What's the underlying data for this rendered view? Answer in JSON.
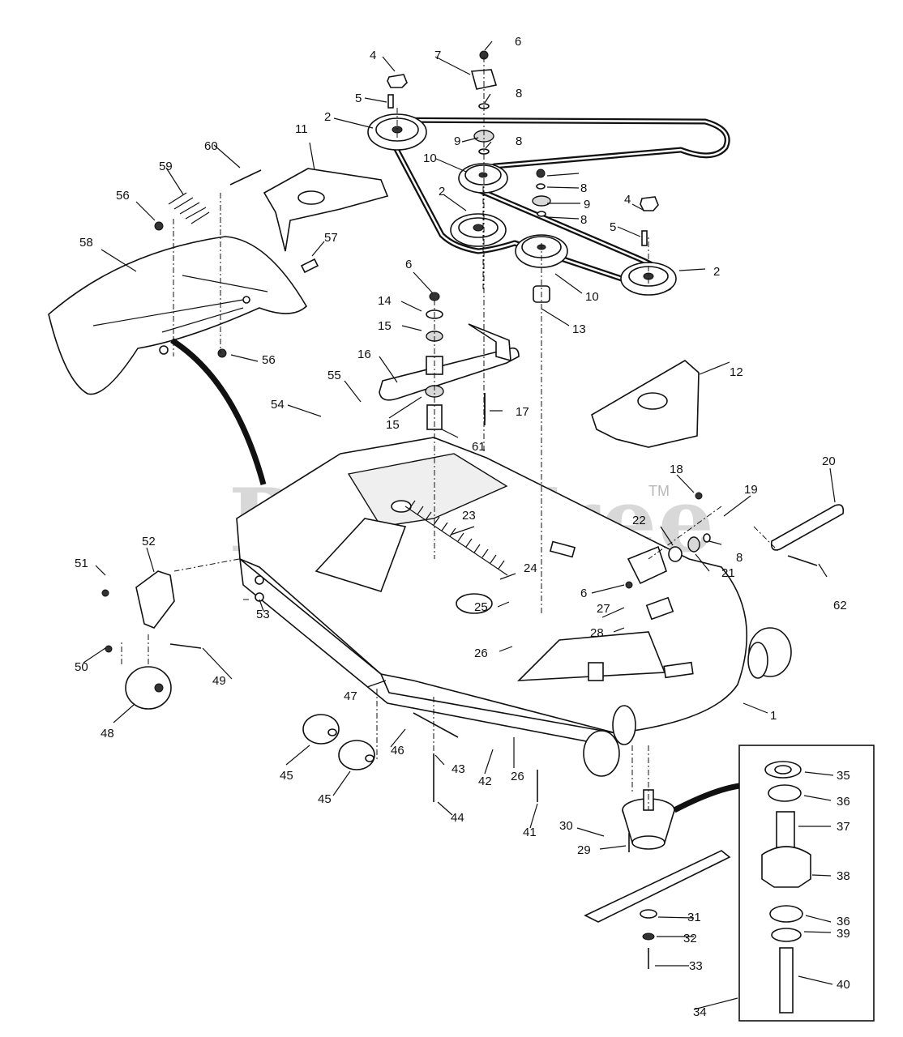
{
  "watermark": {
    "text": "PartsTree",
    "tm": "TM"
  },
  "callouts": [
    {
      "n": "1"
    },
    {
      "n": "2"
    },
    {
      "n": "2"
    },
    {
      "n": "2"
    },
    {
      "n": "4"
    },
    {
      "n": "4"
    },
    {
      "n": "5"
    },
    {
      "n": "5"
    },
    {
      "n": "6"
    },
    {
      "n": "6"
    },
    {
      "n": "6"
    },
    {
      "n": "7"
    },
    {
      "n": "8"
    },
    {
      "n": "8"
    },
    {
      "n": "8"
    },
    {
      "n": "8"
    },
    {
      "n": "8"
    },
    {
      "n": "9"
    },
    {
      "n": "9"
    },
    {
      "n": "10"
    },
    {
      "n": "10"
    },
    {
      "n": "11"
    },
    {
      "n": "12"
    },
    {
      "n": "13"
    },
    {
      "n": "14"
    },
    {
      "n": "15"
    },
    {
      "n": "15"
    },
    {
      "n": "16"
    },
    {
      "n": "17"
    },
    {
      "n": "18"
    },
    {
      "n": "19"
    },
    {
      "n": "20"
    },
    {
      "n": "21"
    },
    {
      "n": "22"
    },
    {
      "n": "23"
    },
    {
      "n": "24"
    },
    {
      "n": "25"
    },
    {
      "n": "26"
    },
    {
      "n": "26"
    },
    {
      "n": "27"
    },
    {
      "n": "28"
    },
    {
      "n": "29"
    },
    {
      "n": "30"
    },
    {
      "n": "31"
    },
    {
      "n": "32"
    },
    {
      "n": "33"
    },
    {
      "n": "34"
    },
    {
      "n": "35"
    },
    {
      "n": "36"
    },
    {
      "n": "36"
    },
    {
      "n": "37"
    },
    {
      "n": "38"
    },
    {
      "n": "39"
    },
    {
      "n": "40"
    },
    {
      "n": "41"
    },
    {
      "n": "42"
    },
    {
      "n": "43"
    },
    {
      "n": "44"
    },
    {
      "n": "45"
    },
    {
      "n": "45"
    },
    {
      "n": "46"
    },
    {
      "n": "47"
    },
    {
      "n": "48"
    },
    {
      "n": "49"
    },
    {
      "n": "50"
    },
    {
      "n": "51"
    },
    {
      "n": "52"
    },
    {
      "n": "53"
    },
    {
      "n": "54"
    },
    {
      "n": "55"
    },
    {
      "n": "56"
    },
    {
      "n": "56"
    },
    {
      "n": "57"
    },
    {
      "n": "58"
    },
    {
      "n": "59"
    },
    {
      "n": "60"
    },
    {
      "n": "61"
    },
    {
      "n": "62"
    }
  ]
}
